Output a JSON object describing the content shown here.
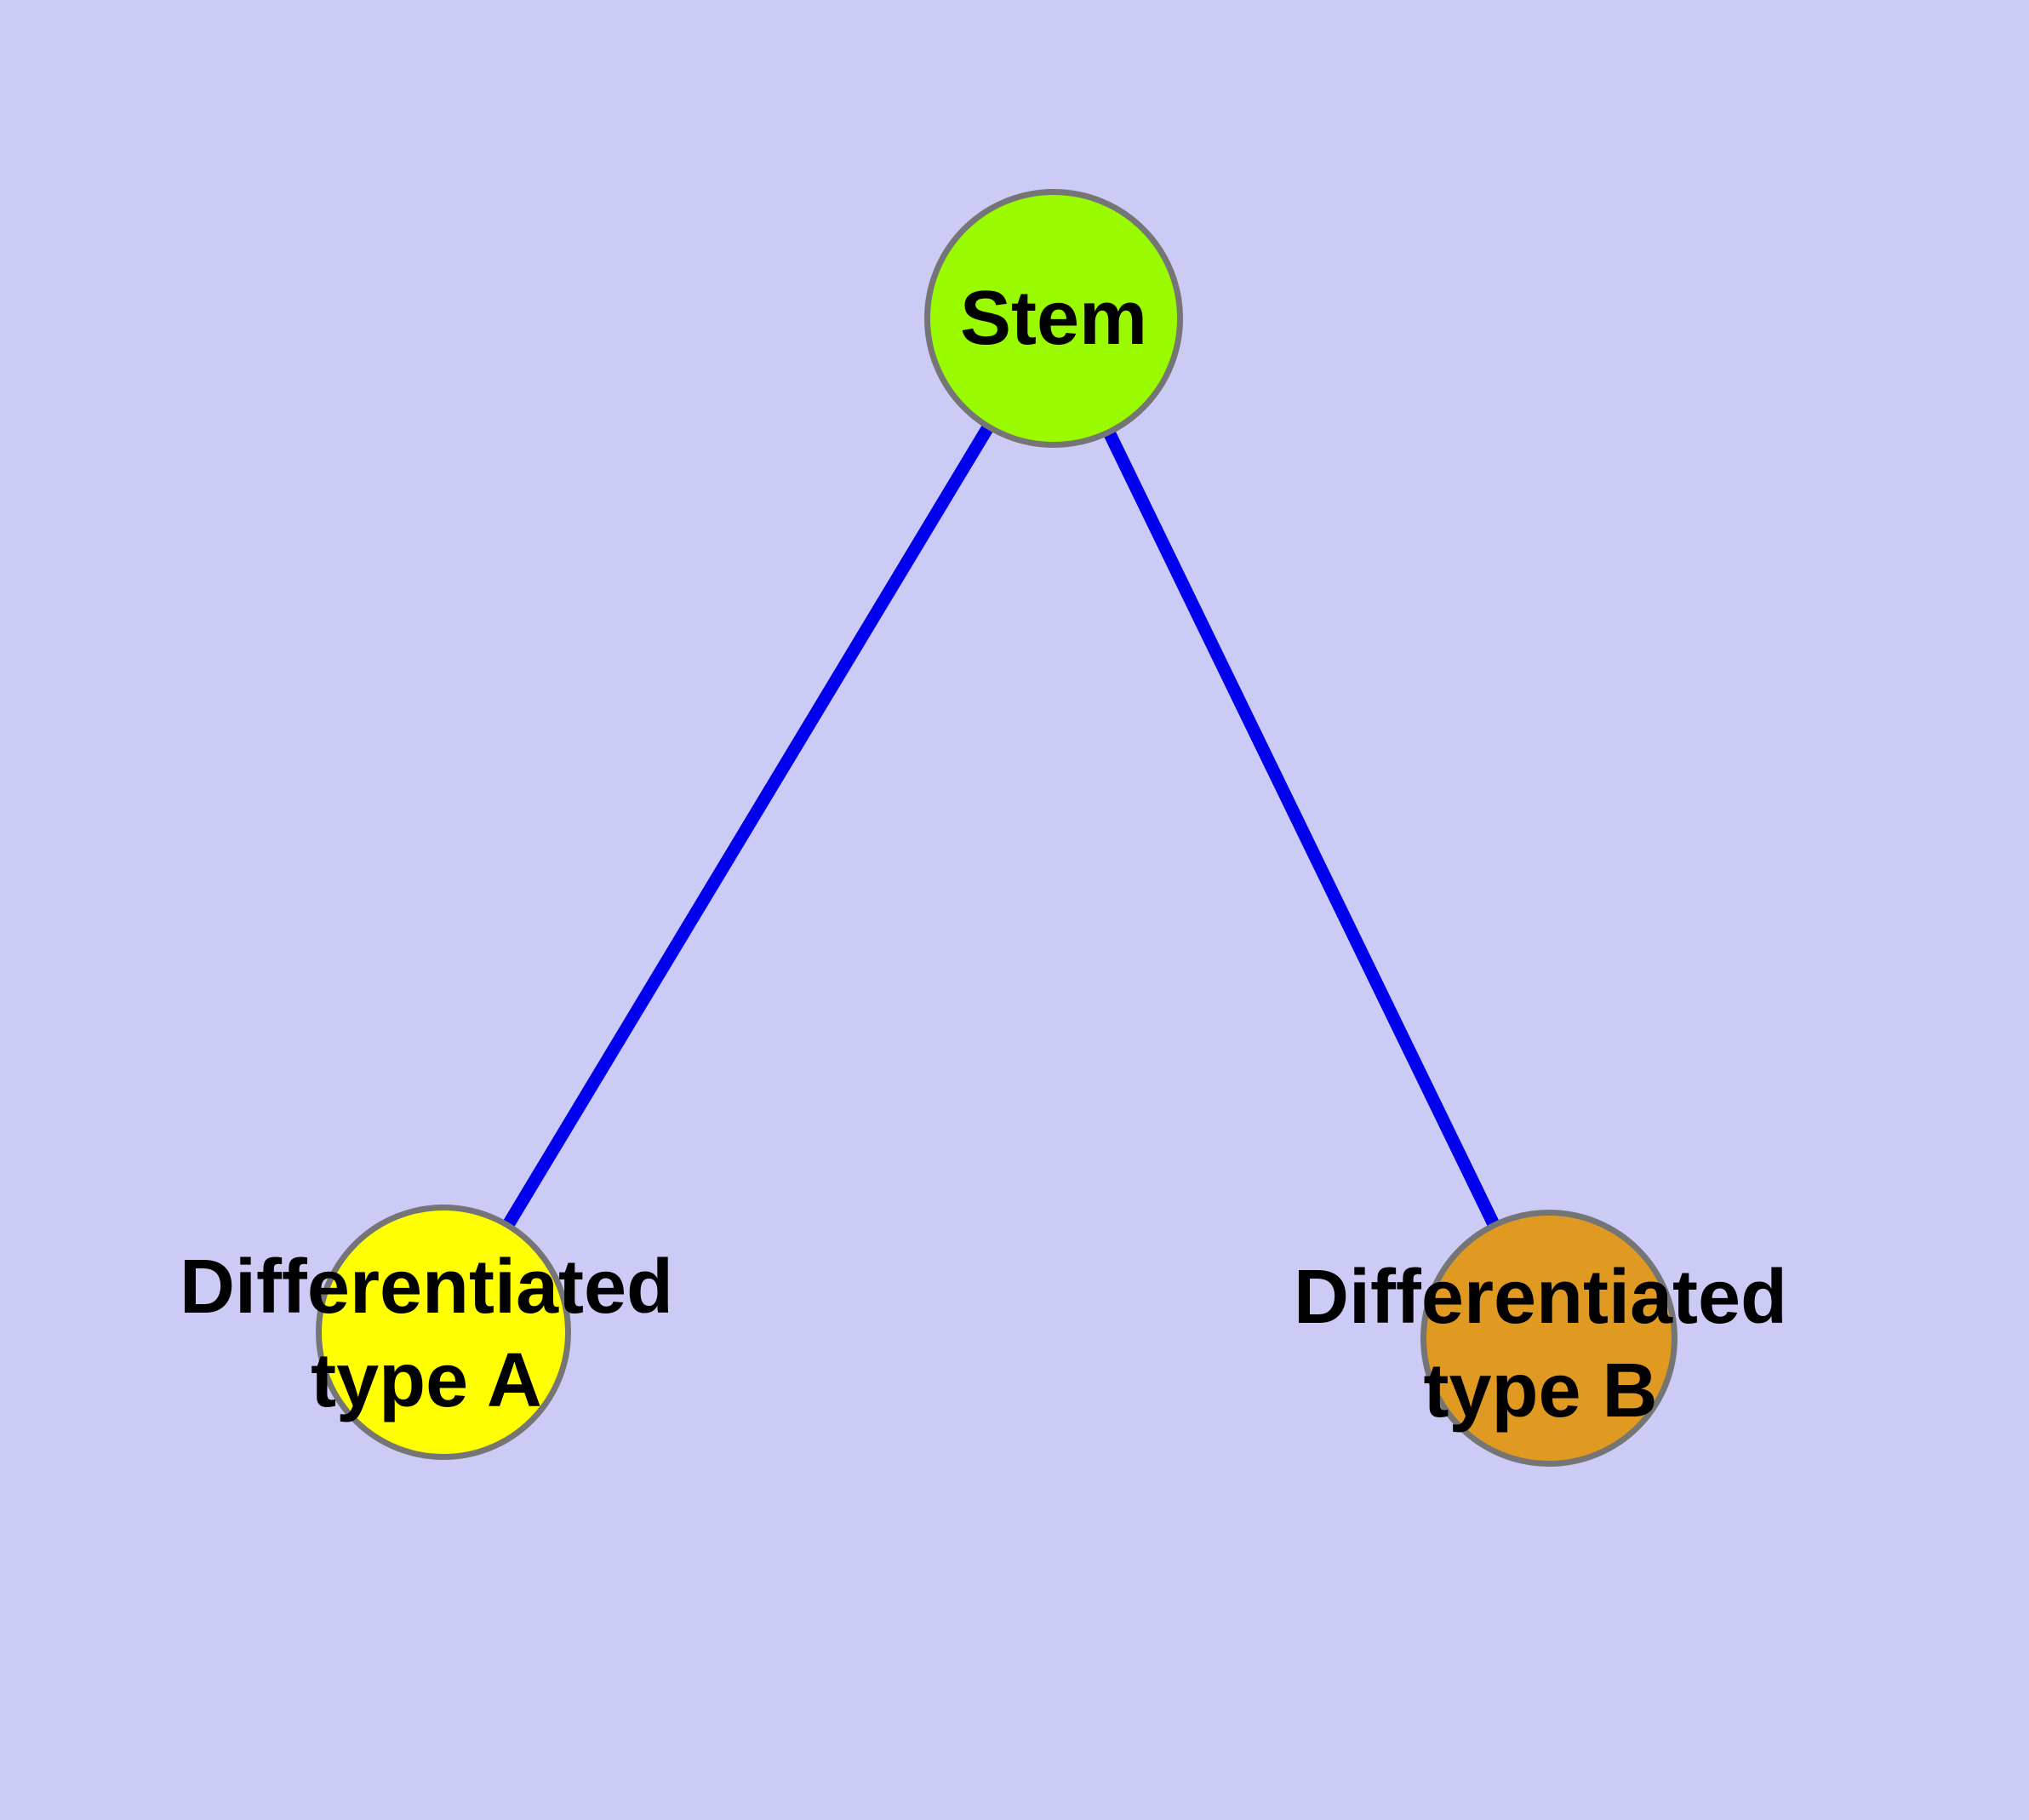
{
  "diagram": {
    "type": "node-link-graph",
    "background_color": "#CBCBF5",
    "edge_color": "#0000EE",
    "node_border_color": "#757575",
    "text_color": "#000000",
    "nodes": [
      {
        "id": "stem",
        "label_lines": [
          "Stem"
        ],
        "fill": "#9AFB00"
      },
      {
        "id": "type-a",
        "label_lines": [
          "Differentiated",
          "type A"
        ],
        "fill": "#FFFF00"
      },
      {
        "id": "type-b",
        "label_lines": [
          "Differentiated",
          "type B"
        ],
        "fill": "#E09A22"
      }
    ],
    "edges": [
      {
        "from": "Stem",
        "to": "Differentiated type A"
      },
      {
        "from": "Stem",
        "to": "Differentiated type B"
      }
    ]
  }
}
